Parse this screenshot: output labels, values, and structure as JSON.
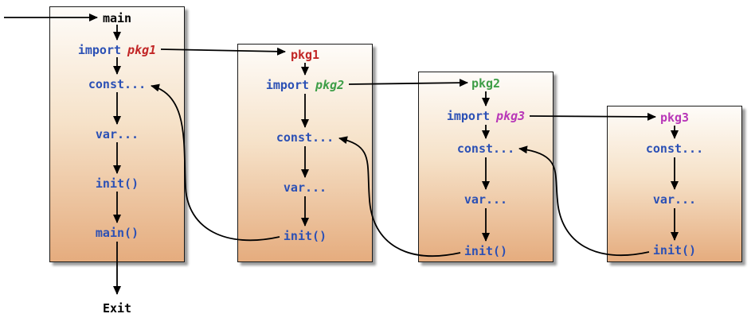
{
  "colors": {
    "code_blue": "#2b50b5",
    "arrow_black": "#000000",
    "text_black": "#000000",
    "box_border": "#1a1a1a",
    "box_gradient_top": "#fefcf9",
    "box_gradient_bottom": "#e5ac7e"
  },
  "boxes": [
    {
      "name": "main",
      "title": "main",
      "title_color": "#000000",
      "import_keyword": "import",
      "import_pkg": "pkg1",
      "import_pkg_color": "#c22626",
      "steps": [
        "const...",
        "var...",
        "init()",
        "main()"
      ]
    },
    {
      "name": "pkg1",
      "title": "pkg1",
      "title_color": "#c22626",
      "import_keyword": "import",
      "import_pkg": "pkg2",
      "import_pkg_color": "#3e9e47",
      "steps": [
        "const...",
        "var...",
        "init()"
      ]
    },
    {
      "name": "pkg2",
      "title": "pkg2",
      "title_color": "#3e9e47",
      "import_keyword": "import",
      "import_pkg": "pkg3",
      "import_pkg_color": "#b837b8",
      "steps": [
        "const...",
        "var...",
        "init()"
      ]
    },
    {
      "name": "pkg3",
      "title": "pkg3",
      "title_color": "#b837b8",
      "steps": [
        "const...",
        "var...",
        "init()"
      ]
    }
  ],
  "exit_label": "Exit"
}
